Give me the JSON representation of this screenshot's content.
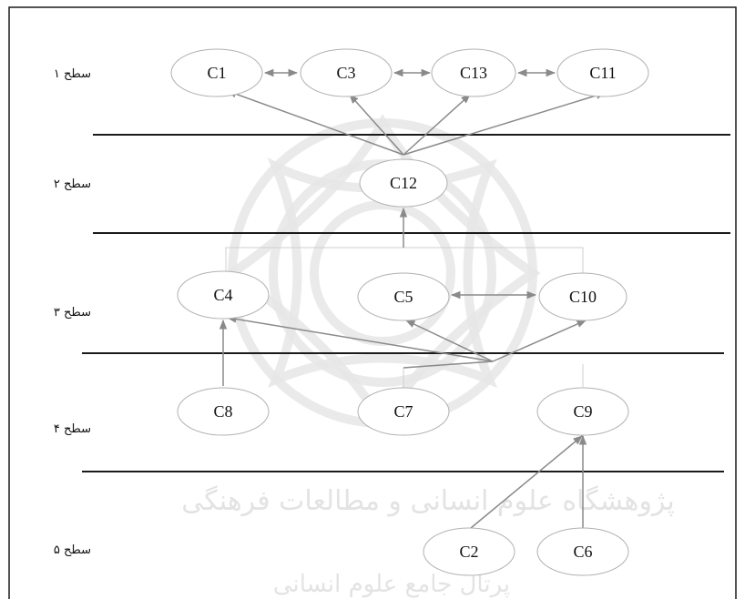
{
  "levels": [
    {
      "id": "level-1",
      "label": "سطح ۱"
    },
    {
      "id": "level-2",
      "label": "سطح ۲"
    },
    {
      "id": "level-3",
      "label": "سطح ۳"
    },
    {
      "id": "level-4",
      "label": "سطح ۴"
    },
    {
      "id": "level-5",
      "label": "سطح ۵"
    }
  ],
  "nodes": [
    {
      "id": "C1",
      "label": "C1",
      "level": 1
    },
    {
      "id": "C3",
      "label": "C3",
      "level": 1
    },
    {
      "id": "C13",
      "label": "C13",
      "level": 1
    },
    {
      "id": "C11",
      "label": "C11",
      "level": 1
    },
    {
      "id": "C12",
      "label": "C12",
      "level": 2
    },
    {
      "id": "C4",
      "label": "C4",
      "level": 3
    },
    {
      "id": "C5",
      "label": "C5",
      "level": 3
    },
    {
      "id": "C10",
      "label": "C10",
      "level": 3
    },
    {
      "id": "C8",
      "label": "C8",
      "level": 4
    },
    {
      "id": "C7",
      "label": "C7",
      "level": 4
    },
    {
      "id": "C9",
      "label": "C9",
      "level": 4
    },
    {
      "id": "C2",
      "label": "C2",
      "level": 5
    },
    {
      "id": "C6",
      "label": "C6",
      "level": 5
    }
  ],
  "edges": [
    {
      "from": "C1",
      "to": "C3",
      "bidirectional": true
    },
    {
      "from": "C3",
      "to": "C13",
      "bidirectional": true
    },
    {
      "from": "C13",
      "to": "C11",
      "bidirectional": true
    },
    {
      "from": "C12",
      "to": "C1"
    },
    {
      "from": "C12",
      "to": "C3"
    },
    {
      "from": "C12",
      "to": "C13"
    },
    {
      "from": "C12",
      "to": "C11"
    },
    {
      "from": "C5",
      "to": "C12"
    },
    {
      "from": "C5",
      "to": "C10",
      "bidirectional": true
    },
    {
      "from": "C8",
      "to": "C4"
    },
    {
      "from": "C7",
      "to": "C4"
    },
    {
      "from": "C7",
      "to": "C5"
    },
    {
      "from": "C7",
      "to": "C10"
    },
    {
      "from": "C2",
      "to": "C9"
    },
    {
      "from": "C6",
      "to": "C9"
    }
  ],
  "colors": {
    "edge": "#8a8a8a",
    "node_border": "#b0b0b0",
    "divider": "#1a1a1a",
    "watermark": "#e6e6e6"
  }
}
